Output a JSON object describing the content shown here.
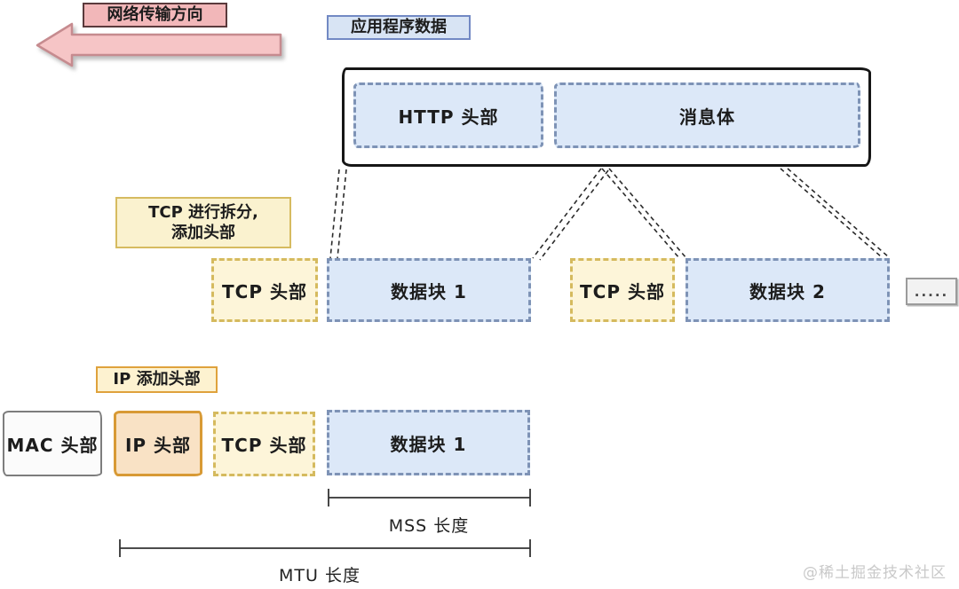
{
  "direction_label": "网络传输方向",
  "app_data_label": "应用程序数据",
  "app_box": {
    "http_header": "HTTP 头部",
    "message_body": "消息体"
  },
  "tcp_split_label": {
    "line1": "TCP 进行拆分,",
    "line2": "添加头部"
  },
  "tcp_row": {
    "tcp_header_1": "TCP 头部",
    "chunk_1": "数据块 1",
    "tcp_header_2": "TCP 头部",
    "chunk_2": "数据块 2",
    "more": "....."
  },
  "ip_add_label": "IP 添加头部",
  "ip_row": {
    "mac_header": "MAC 头部",
    "ip_header": "IP 头部",
    "tcp_header": "TCP 头部",
    "chunk_1": "数据块 1"
  },
  "measures": {
    "mss": "MSS 长度",
    "mtu": "MTU 长度"
  },
  "watermark": "@稀土掘金技术社区",
  "colors": {
    "arrow_fill": "#f6c5c6",
    "arrow_border": "#c68b8f",
    "blue_fill": "#dce8f8",
    "blue_border": "#7e93b6",
    "yellow_fill": "#fdf5d9",
    "yellow_border": "#d5ba5e",
    "orange_fill": "#f9e2c5",
    "orange_border": "#d89a35",
    "pink_fill": "#f2b7b9",
    "line": "#2b2b2b"
  }
}
